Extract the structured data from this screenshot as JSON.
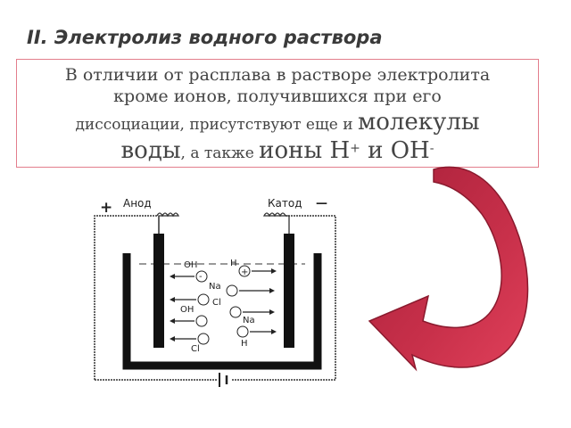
{
  "slide": {
    "title": "II. Электролиз водного раствора",
    "text": {
      "line1": "В отличии от расплава в растворе электролита",
      "line2": "кроме ионов, получившихся при его",
      "line3_part1": "диссоциации, присутствуют  еще и ",
      "line3_big": "молекулы",
      "line4_big1": "воды",
      "line4_part": ", а также ",
      "line4_big2": "ионы Н",
      "sup_plus": "+",
      "line4_mid": " и ОН",
      "sup_minus": "-"
    }
  },
  "diagram": {
    "anode_label": "Анод",
    "cathode_label": "Катод",
    "plus_sign": "+",
    "minus_sign": "—",
    "ion_oh": "OH",
    "ion_h": "H",
    "ion_na": "Na",
    "ion_cl": "Cl",
    "charge_plus": "+",
    "charge_minus": "-"
  },
  "colors": {
    "arrow": "#c8304a",
    "border": "#e37e8c",
    "title": "#3a3a3a"
  }
}
